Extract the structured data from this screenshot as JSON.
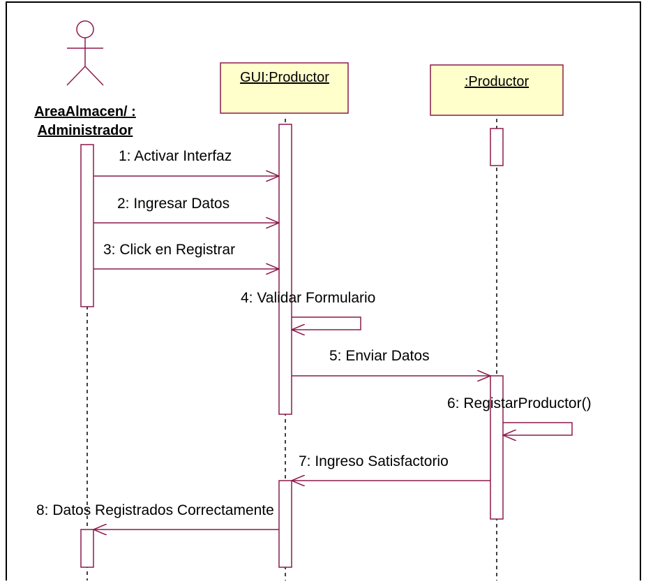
{
  "diagram": {
    "type": "uml-sequence",
    "colors": {
      "line": "#8b1a4a",
      "object_fill": "#ffffcc",
      "background": "#ffffff"
    },
    "actor": {
      "icon": "stick-figure-icon",
      "label_line1": "AreaAlmacen/ :",
      "label_line2": "Administrador"
    },
    "objects": [
      {
        "label": "GUI:Productor"
      },
      {
        "label": ":Productor"
      }
    ],
    "messages": [
      {
        "label": "1: Activar Interfaz",
        "from": "actor",
        "to": "GUI:Productor"
      },
      {
        "label": "2: Ingresar Datos",
        "from": "actor",
        "to": "GUI:Productor"
      },
      {
        "label": "3: Click en Registrar",
        "from": "actor",
        "to": "GUI:Productor"
      },
      {
        "label": "4: Validar Formulario",
        "from": "GUI:Productor",
        "to": "GUI:Productor"
      },
      {
        "label": "5: Enviar Datos",
        "from": "GUI:Productor",
        "to": ":Productor"
      },
      {
        "label": "6: RegistarProductor()",
        "from": ":Productor",
        "to": ":Productor"
      },
      {
        "label": "7: Ingreso Satisfactorio",
        "from": ":Productor",
        "to": "GUI:Productor"
      },
      {
        "label": "8: Datos Registrados Correctamente",
        "from": "GUI:Productor",
        "to": "actor"
      }
    ]
  }
}
